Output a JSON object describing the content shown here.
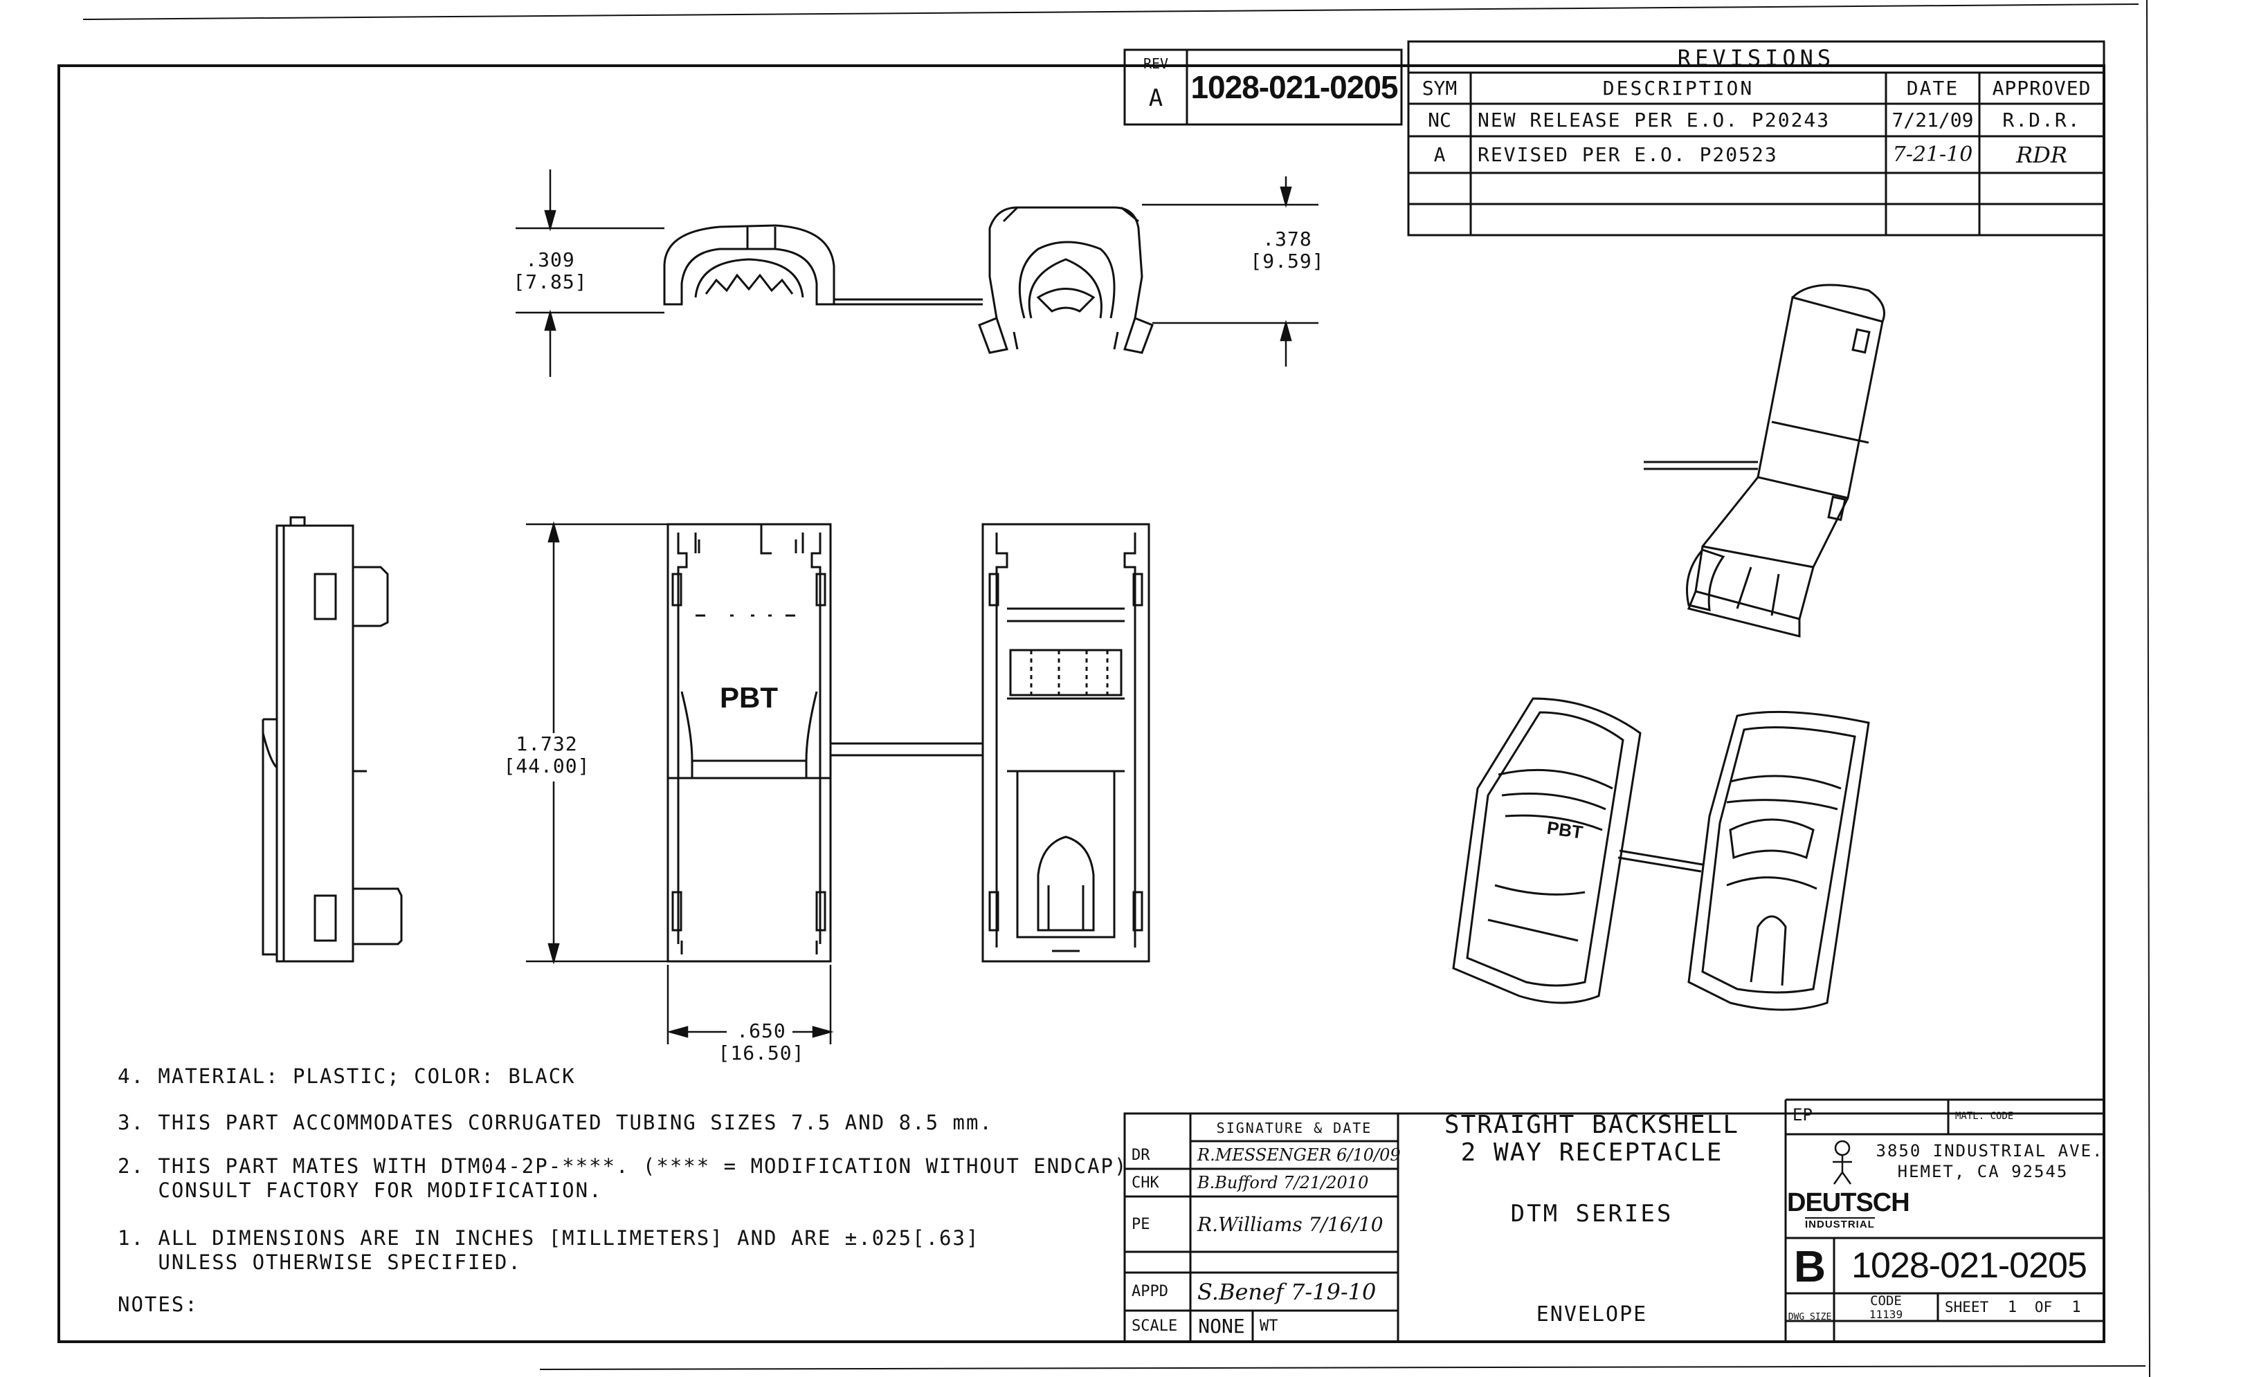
{
  "rev_box": {
    "rev_label": "REV",
    "rev_value": "A",
    "number": "1028-021-0205"
  },
  "revisions": {
    "title": "REVISIONS",
    "headers": {
      "sym": "SYM",
      "description": "DESCRIPTION",
      "date": "DATE",
      "approved": "APPROVED"
    },
    "rows": [
      {
        "sym": "NC",
        "description": "NEW RELEASE PER E.O. P20243",
        "date": "7/21/09",
        "approved": "R.D.R."
      },
      {
        "sym": "A",
        "description": "REVISED PER E.O. P20523",
        "date": "7-21-10",
        "approved": "RDR"
      }
    ]
  },
  "dimensions": {
    "top_left_in": ".309",
    "top_left_mm": "[7.85]",
    "top_right_in": ".378",
    "top_right_mm": "[9.59]",
    "height_in": "1.732",
    "height_mm": "[44.00]",
    "width_in": ".650",
    "width_mm": "[16.50]"
  },
  "part_marking": "PBT",
  "notes": {
    "n4": "4. MATERIAL: PLASTIC; COLOR: BLACK",
    "n3": "3. THIS PART ACCOMMODATES CORRUGATED TUBING SIZES 7.5 AND 8.5 mm.",
    "n2a": "2. THIS PART MATES WITH DTM04-2P-****. (**** = MODIFICATION WITHOUT ENDCAP)",
    "n2b": "   CONSULT FACTORY FOR MODIFICATION.",
    "n1a": "1. ALL DIMENSIONS ARE IN INCHES [MILLIMETERS] AND ARE ±.025[.63]",
    "n1b": "   UNLESS OTHERWISE SPECIFIED.",
    "label": "NOTES:"
  },
  "title_block": {
    "sig_header": "SIGNATURE & DATE",
    "roles": {
      "dr": "DR",
      "chk": "CHK",
      "pe": "PE",
      "appd": "APPD",
      "scale": "SCALE"
    },
    "signatures": {
      "dr": "R.MESSENGER 6/10/09",
      "chk": "B.Bufford 7/21/2010",
      "pe": "R.Williams 7/16/10",
      "appd": "S.Benef 7-19-10"
    },
    "scale_value": "NONE",
    "wt_label": "WT",
    "title_line1": "STRAIGHT BACKSHELL",
    "title_line2": "2 WAY RECEPTACLE",
    "series": "DTM SERIES",
    "envelope": "ENVELOPE",
    "ep_label": "EP",
    "matl_code_label": "MATL. CODE",
    "address_line1": "3850 INDUSTRIAL AVE.",
    "address_line2": "HEMET, CA 92545",
    "company": "DEUTSCH",
    "company_sub": "INDUSTRIAL",
    "size_letter": "B",
    "drawing_number": "1028-021-0205",
    "dwg_size_label": "DWG SIZE",
    "code_label": "CODE",
    "code_value": "11139",
    "sheet_label": "SHEET",
    "sheet_value": "1",
    "of_label": "OF",
    "of_value": "1"
  }
}
